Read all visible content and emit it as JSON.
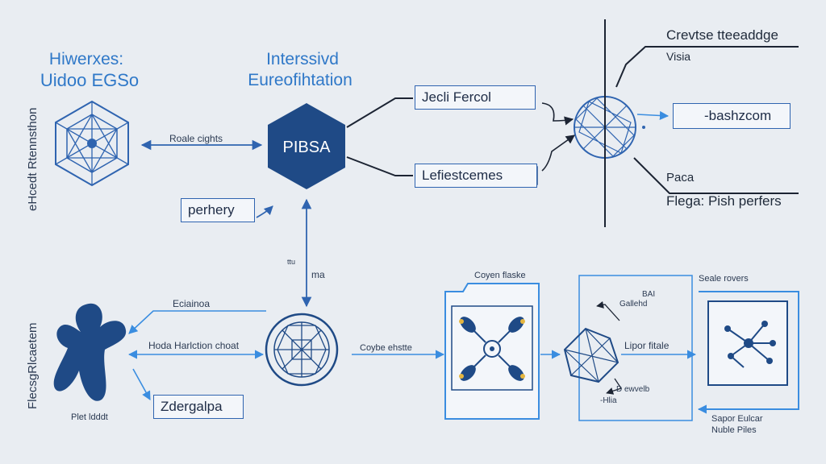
{
  "left_top": {
    "title_line1": "Hiwerxes:",
    "title_line2": "Uidoo EGSo",
    "vertical_label": "eHcedt Rtennsthon"
  },
  "center_top": {
    "title_line1": "Interssivd",
    "title_line2": "Eureofihtation",
    "hexagon_label": "PIBSA",
    "arrow_label": "Roale cights",
    "box_label": "perhery",
    "vertical_arrow_label": "ma",
    "vertical_arrow_small": "ttu"
  },
  "right_top": {
    "box1": "Jecli Fercol",
    "box2": "Lefiestcemes",
    "side_box": "-bashzcom",
    "label1": "Crevtse tteeaddge",
    "label2": "Visia",
    "label3": "Paca",
    "label4": "Flega: Pish perfers"
  },
  "left_bottom": {
    "vertical_label": "FlecsgRlcaetem",
    "figure_caption": "Plet ldddt",
    "arrow1": "Eciainoa",
    "arrow2": "Hoda Harlction choat",
    "box": "Zdergalpa"
  },
  "center_bottom": {
    "arrow_label": "Coybe ehstte",
    "panel_title": "Coyen flaske"
  },
  "right_bottom": {
    "panel_label1": "BAI",
    "panel_label2": "Gallehd",
    "arrow_label": "Lipor fitale",
    "bottom_label1": "D ewvelb",
    "bottom_label2": "-Hlia",
    "corner_label": "Seale rovers",
    "footer_line1": "Sapor Eulcar",
    "footer_line2": "Nuble Piles"
  },
  "colors": {
    "accent": "#2f64b0",
    "dark_node": "#1f4a86",
    "light_blue": "#3a8de0",
    "line": "#1c2433"
  }
}
